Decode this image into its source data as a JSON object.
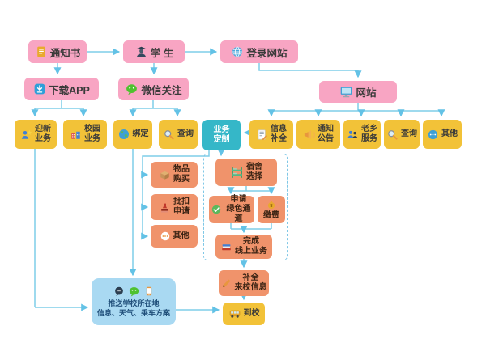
{
  "colors": {
    "entry_box": "#f8a5c3",
    "service_box": "#f2c238",
    "customize_box": "#35b7c8",
    "process_box": "#f0936b",
    "push_box": "#a9d9f2",
    "arrow": "#7fcde9"
  },
  "icons": {
    "notice": "document-icon",
    "student": "student-icon",
    "login": "globe-icon",
    "app": "app-download-icon",
    "wechat_follow": "wechat-icon",
    "website": "monitor-icon",
    "welcome": "welcome-person-star-icon",
    "campus": "building-icon",
    "bind": "earth-icon",
    "query": "magnifier-icon",
    "info_complete": "form-pencil-icon",
    "announce": "horn-icon",
    "hometown": "people-icon",
    "other": "dots-icon",
    "purchase": "parcel-box-icon",
    "deduction": "stamp-icon",
    "dorm": "bunk-bed-icon",
    "green_channel": "green-check-icon",
    "pay": "money-bag-icon",
    "finish_online": "books-icon",
    "arrival_info": "pencil-icon",
    "arrive": "bus-icon",
    "push": [
      "chat-icon",
      "wechat-icon",
      "phone-icon"
    ]
  },
  "nodes": {
    "notice": {
      "label": "通知书"
    },
    "student": {
      "label": "学 生"
    },
    "login": {
      "label": "登录网站"
    },
    "app": {
      "label": "下载APP"
    },
    "wechat_follow": {
      "label": "微信关注"
    },
    "website": {
      "label": "网站"
    },
    "welcome": {
      "label": "迎新\n业务"
    },
    "campus": {
      "label": "校园\n业务"
    },
    "bind": {
      "label": "绑定"
    },
    "query_wechat": {
      "label": "查询"
    },
    "customize": {
      "label": "业务\n定制"
    },
    "info_complete": {
      "label": "信息\n补全"
    },
    "announce": {
      "label": "通知\n公告"
    },
    "hometown": {
      "label": "老乡\n服务"
    },
    "query_web": {
      "label": "查询"
    },
    "other_web": {
      "label": "其他"
    },
    "purchase": {
      "label": "物品\n购买"
    },
    "deduction": {
      "label": "批扣\n申请"
    },
    "other_custom": {
      "label": "其他"
    },
    "dorm": {
      "label": "宿舍\n选择"
    },
    "green_channel": {
      "label": "申请\n绿色通道"
    },
    "pay": {
      "label": "缴费"
    },
    "finish_online": {
      "label": "完成\n线上业务"
    },
    "arrival_info": {
      "label": "补全\n来校信息"
    },
    "arrive": {
      "label": "到校"
    },
    "push_info": {
      "label": "推送学校所在地\n信息、天气、乘车方案"
    }
  }
}
